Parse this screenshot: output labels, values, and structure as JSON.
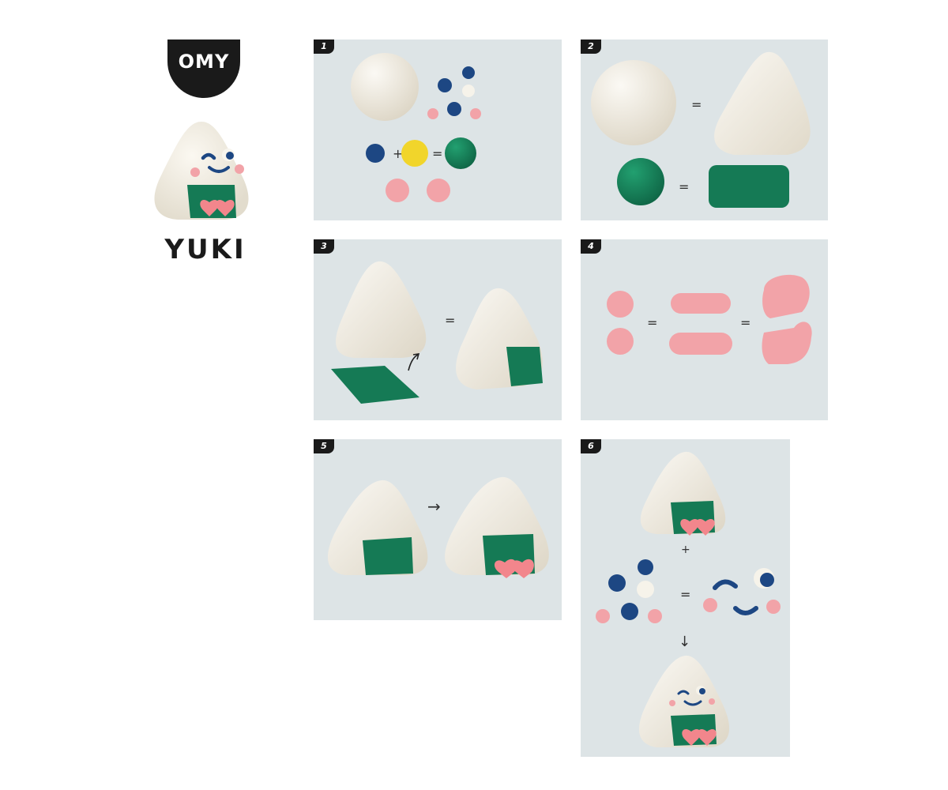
{
  "brand": {
    "logo": "OMY",
    "title": "YUKI"
  },
  "colors": {
    "panel": "#dde4e6",
    "clay_white": "#f1ece0",
    "green": "#157a55",
    "navy": "#1d4783",
    "pink": "#f2a3a8",
    "yellow": "#f1d52b",
    "black": "#1a1a1a"
  },
  "steps": [
    {
      "number": "1",
      "symbols": [
        "+",
        "="
      ]
    },
    {
      "number": "2",
      "symbols": [
        "=",
        "="
      ]
    },
    {
      "number": "3",
      "symbols": [
        "="
      ]
    },
    {
      "number": "4",
      "symbols": [
        "=",
        "="
      ]
    },
    {
      "number": "5",
      "symbols": [
        "→"
      ]
    },
    {
      "number": "6",
      "symbols": [
        "+",
        "=",
        "↓"
      ]
    }
  ]
}
